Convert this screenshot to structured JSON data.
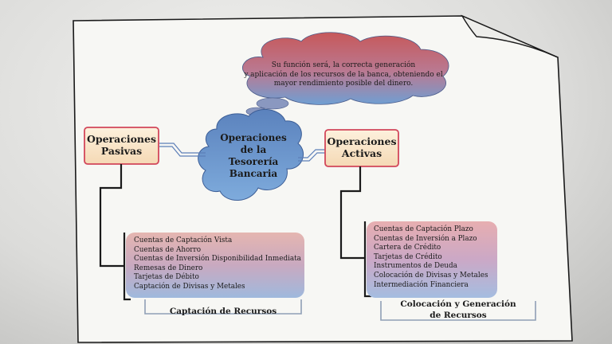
{
  "thought_bubble": {
    "text_lines": [
      "Su función será, la correcta generación",
      "y aplicación de los recursos de la banca, obteniendo el",
      "mayor rendimiento posible del dinero."
    ]
  },
  "center_cloud": {
    "lines": [
      "Operaciones",
      "de la",
      "Tesorería",
      "Bancaria"
    ]
  },
  "left_box": {
    "lines": [
      "Operaciones",
      "Pasivas"
    ]
  },
  "right_box": {
    "lines": [
      "Operaciones",
      "Activas"
    ]
  },
  "left_list": {
    "items": [
      "Cuentas de Captación Vista",
      "Cuentas de Ahorro",
      "Cuentas de Inversión Disponibilidad Inmediata",
      "Remesas de Dinero",
      "Tarjetas de Débito",
      "Captación de Divisas y Metales"
    ],
    "caption": "Captación de Recursos"
  },
  "right_list": {
    "items": [
      "Cuentas de Captación Plazo",
      "Cuentas de Inversión a Plazo",
      "Cartera de Crédito",
      "Tarjetas de Crédito",
      "Instrumentos de Deuda",
      "Colocación de Divisas y Metales",
      "Intermediación Financiera"
    ],
    "caption_lines": [
      "Colocación y Generación",
      "de Recursos"
    ]
  },
  "colors": {
    "paper": "#f7f7f4",
    "box_fill": "#fbe9cf",
    "box_border": "#d2465a",
    "cloud_blue": "#6f94c8",
    "cloud_red": "#c9565b",
    "connector": "#1a1a1a"
  }
}
